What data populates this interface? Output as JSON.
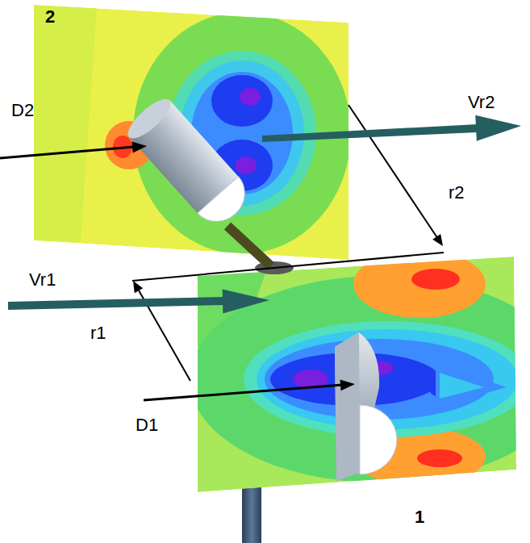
{
  "diagram": {
    "labels": [
      "2",
      "D2",
      "Vr2",
      "r2",
      "r1",
      "Vr1",
      "D1",
      "1"
    ]
  }
}
